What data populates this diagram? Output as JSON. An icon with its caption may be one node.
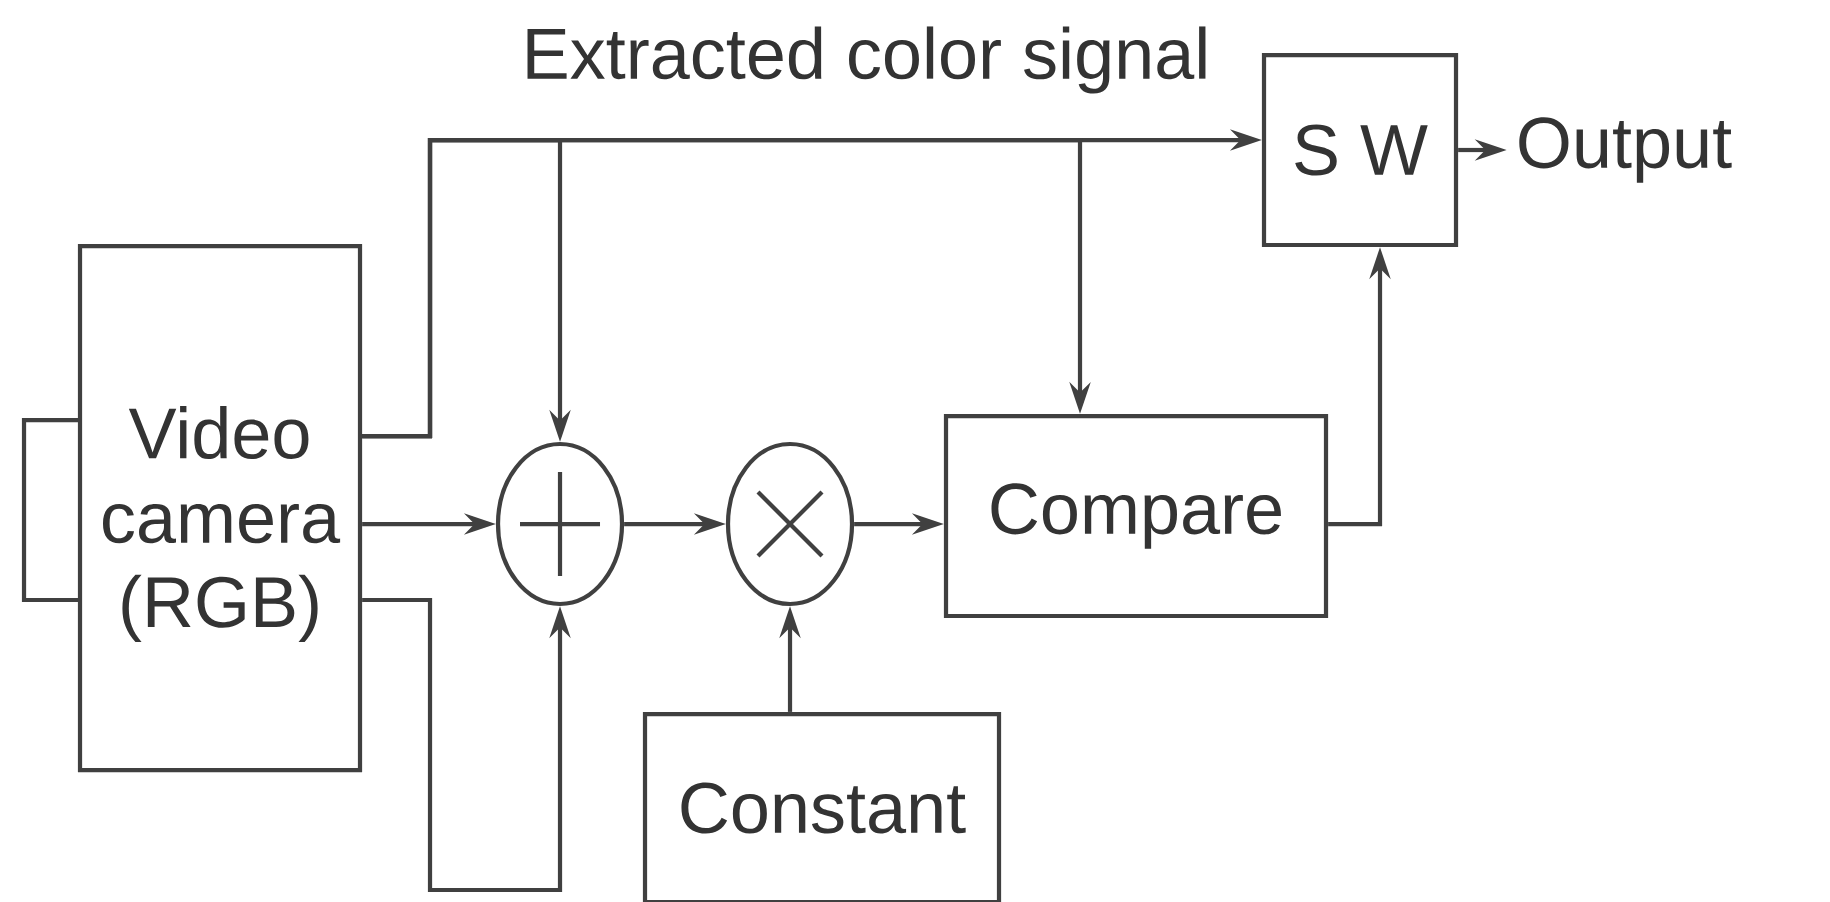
{
  "diagram": {
    "nodes": [
      {
        "text": [
          "Video camera (RGB)"
        ]
      },
      {
        "text": [],
        "shape": "circle"
      },
      {
        "text": [],
        "shape": "circle"
      },
      {
        "text": [
          "Compare"
        ]
      },
      {
        "text": [
          "Constant"
        ]
      },
      {
        "text": [
          "S W"
        ]
      },
      {
        "text": [
          "Output"
        ]
      }
    ],
    "edges": [
      {
        "from": 0,
        "to": 5,
        "arrow": "to",
        "label": "Extracted color signal"
      },
      {
        "from": 0,
        "to": 1,
        "arrow": "to"
      },
      {
        "from": 0,
        "to": 3,
        "arrow": "to"
      },
      {
        "from": 0,
        "to": 1,
        "arrow": "to"
      },
      {
        "from": 0,
        "to": 1,
        "arrow": "to"
      },
      {
        "from": 1,
        "to": 2,
        "arrow": "to"
      },
      {
        "from": 2,
        "to": 3,
        "arrow": "to"
      },
      {
        "from": 4,
        "to": 2,
        "arrow": "to"
      },
      {
        "from": 3,
        "to": 5,
        "arrow": "to"
      },
      {
        "from": 5,
        "to": 6,
        "arrow": "to"
      }
    ]
  }
}
